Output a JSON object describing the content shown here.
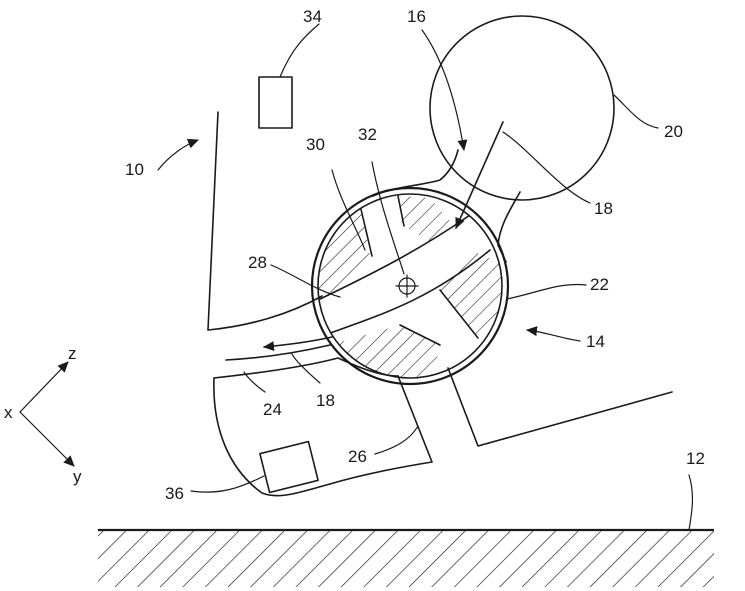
{
  "labels": {
    "l10": "10",
    "l12": "12",
    "l14": "14",
    "l16": "16",
    "l18a": "18",
    "l18b": "18",
    "l20": "20",
    "l22": "22",
    "l24": "24",
    "l26": "26",
    "l28": "28",
    "l30": "30",
    "l32": "32",
    "l34": "34",
    "l36": "36"
  },
  "axes": {
    "x": "x",
    "y": "y",
    "z": "z"
  },
  "colors": {
    "stroke": "#1a1a1a",
    "background": "#ffffff"
  }
}
